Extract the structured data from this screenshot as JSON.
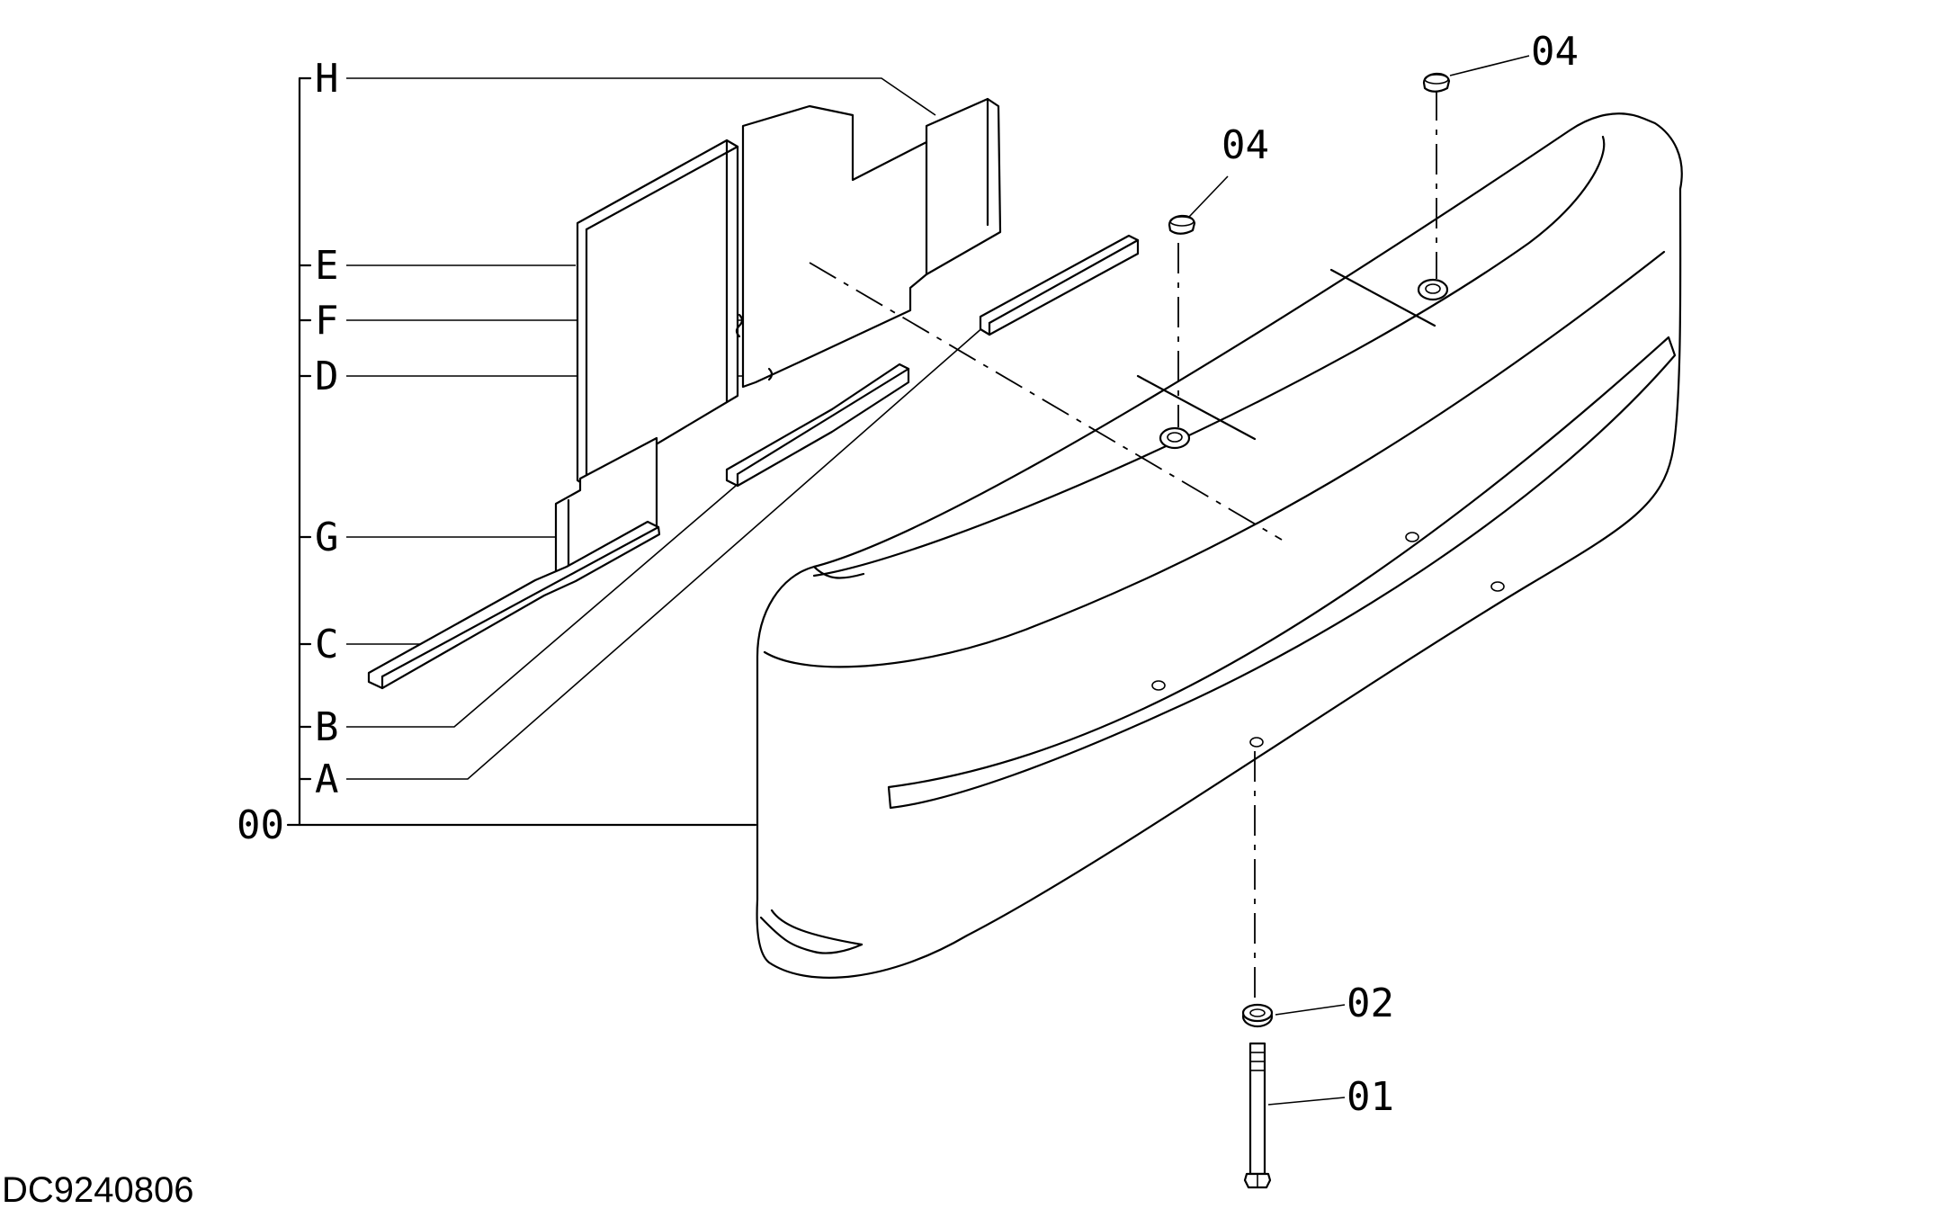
{
  "drawing_id": "DC9240806",
  "assembly_label": "00",
  "sub_parts": {
    "H": "H",
    "E": "E",
    "F": "F",
    "D": "D",
    "G": "G",
    "C": "C",
    "B": "B",
    "A": "A"
  },
  "callouts": {
    "cap_right": "04",
    "cap_left": "04",
    "washer": "02",
    "bolt": "01"
  }
}
